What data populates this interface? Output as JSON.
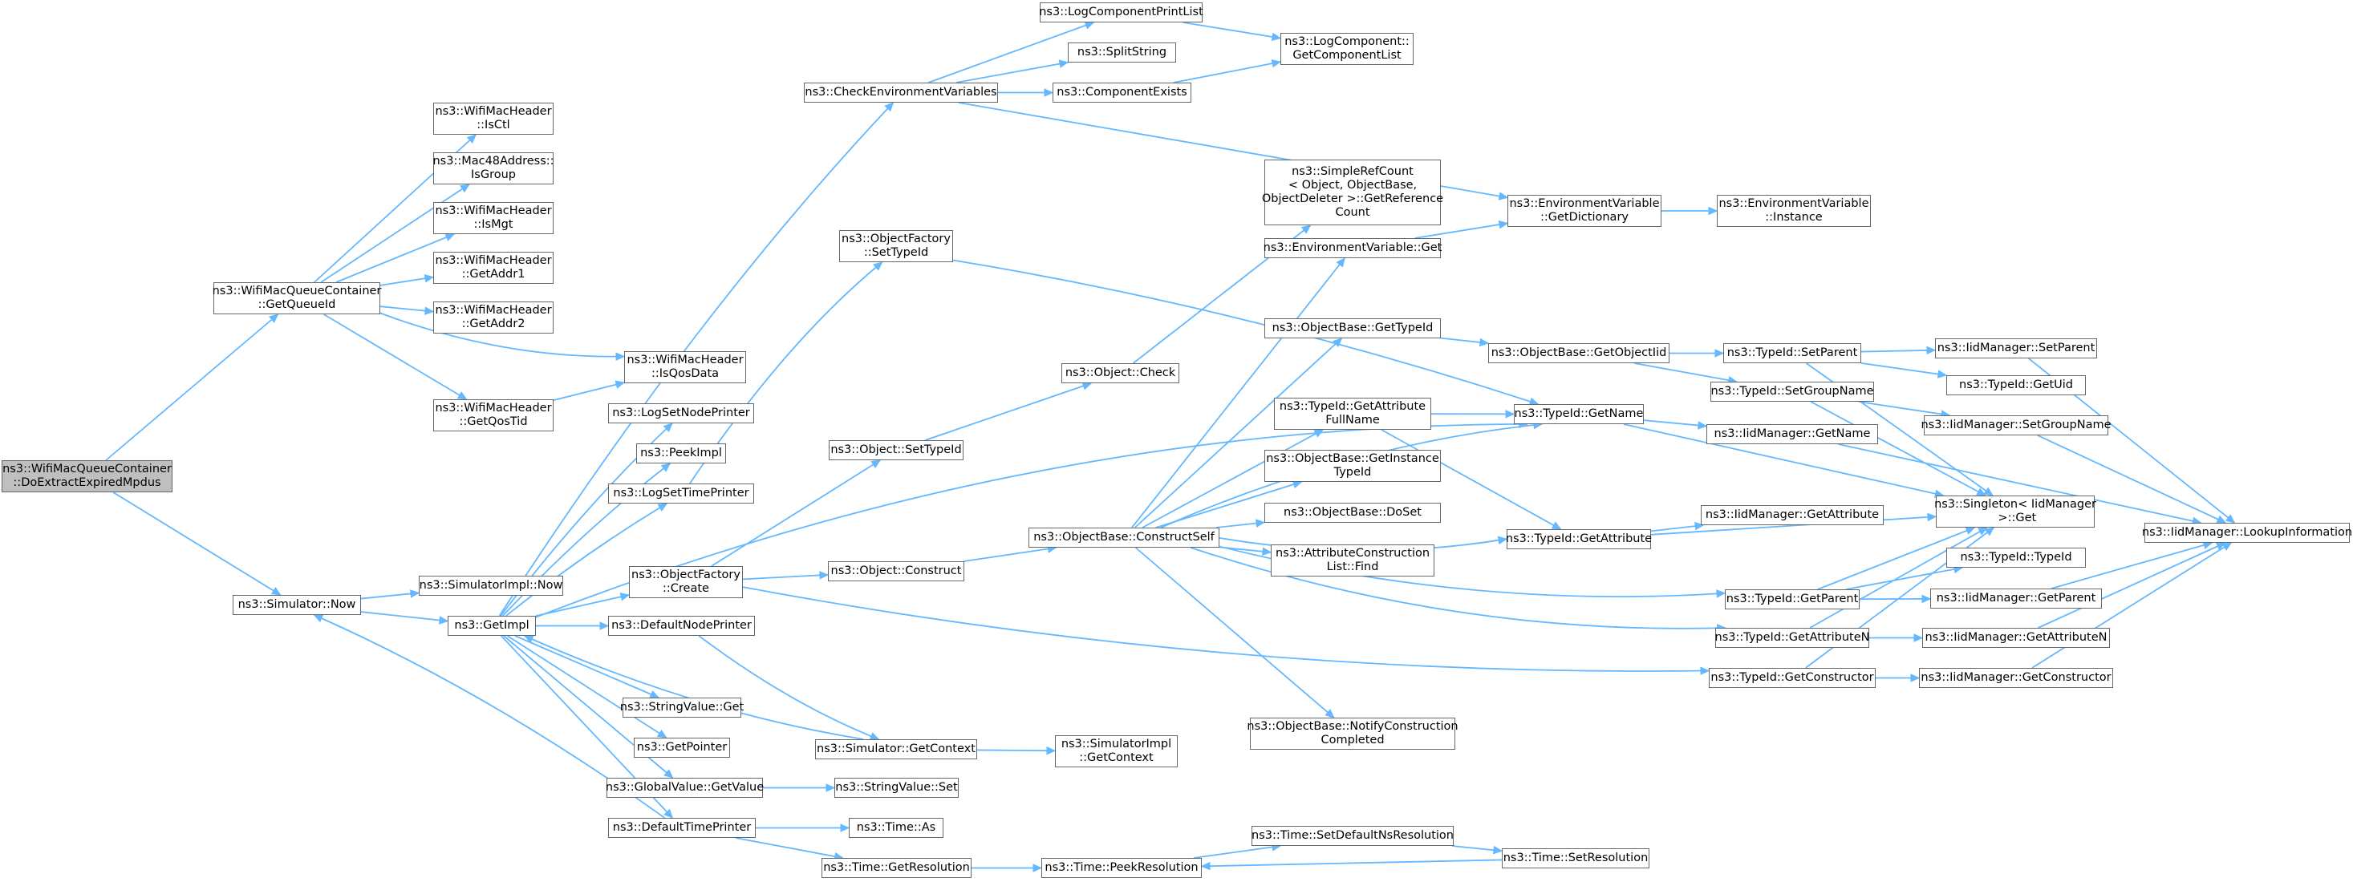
{
  "colors": {
    "edge": "#63b8ff",
    "node_border": "#666666",
    "root_fill": "#bfbfbf",
    "node_fill": "#ffffff"
  },
  "nodes": [
    {
      "id": "root",
      "label": "ns3::WifiMacQueueContainer\n::DoExtractExpiredMpdus",
      "root": true
    },
    {
      "id": "getQueueId",
      "label": "ns3::WifiMacQueueContainer\n::GetQueueId"
    },
    {
      "id": "isCtl",
      "label": "ns3::WifiMacHeader\n::IsCtl"
    },
    {
      "id": "isGroup",
      "label": "ns3::Mac48Address::\nIsGroup"
    },
    {
      "id": "isMgt",
      "label": "ns3::WifiMacHeader\n::IsMgt"
    },
    {
      "id": "getAddr1",
      "label": "ns3::WifiMacHeader\n::GetAddr1"
    },
    {
      "id": "getAddr2",
      "label": "ns3::WifiMacHeader\n::GetAddr2"
    },
    {
      "id": "isQosData",
      "label": "ns3::WifiMacHeader\n::IsQosData"
    },
    {
      "id": "getQosTid",
      "label": "ns3::WifiMacHeader\n::GetQosTid"
    },
    {
      "id": "simNow",
      "label": "ns3::Simulator::Now"
    },
    {
      "id": "simImplNow",
      "label": "ns3::SimulatorImpl::Now"
    },
    {
      "id": "getImpl",
      "label": "ns3::GetImpl"
    },
    {
      "id": "checkEnv",
      "label": "ns3::CheckEnvironmentVariables"
    },
    {
      "id": "logCompPrintList",
      "label": "ns3::LogComponentPrintList"
    },
    {
      "id": "splitString",
      "label": "ns3::SplitString"
    },
    {
      "id": "componentExists",
      "label": "ns3::ComponentExists"
    },
    {
      "id": "getComponentList",
      "label": "ns3::LogComponent::\nGetComponentList"
    },
    {
      "id": "envGetDictionary",
      "label": "ns3::EnvironmentVariable\n::GetDictionary"
    },
    {
      "id": "envInstance",
      "label": "ns3::EnvironmentVariable\n::Instance"
    },
    {
      "id": "logSetNodePrinter",
      "label": "ns3::LogSetNodePrinter"
    },
    {
      "id": "peekImpl",
      "label": "ns3::PeekImpl"
    },
    {
      "id": "logSetTimePrinter",
      "label": "ns3::LogSetTimePrinter"
    },
    {
      "id": "ofCreate",
      "label": "ns3::ObjectFactory\n::Create"
    },
    {
      "id": "defaultNodePrinter",
      "label": "ns3::DefaultNodePrinter"
    },
    {
      "id": "stringValueGet",
      "label": "ns3::StringValue::Get"
    },
    {
      "id": "getPointer",
      "label": "ns3::GetPointer"
    },
    {
      "id": "globalValueGetValue",
      "label": "ns3::GlobalValue::GetValue"
    },
    {
      "id": "defaultTimePrinter",
      "label": "ns3::DefaultTimePrinter"
    },
    {
      "id": "ofSetTypeId",
      "label": "ns3::ObjectFactory\n::SetTypeId"
    },
    {
      "id": "objSetTypeId",
      "label": "ns3::Object::SetTypeId"
    },
    {
      "id": "objConstruct",
      "label": "ns3::Object::Construct"
    },
    {
      "id": "simGetContext",
      "label": "ns3::Simulator::GetContext"
    },
    {
      "id": "simImplGetContext",
      "label": "ns3::SimulatorImpl\n::GetContext"
    },
    {
      "id": "stringValueSet",
      "label": "ns3::StringValue::Set"
    },
    {
      "id": "timeAs",
      "label": "ns3::Time::As"
    },
    {
      "id": "timeGetResolution",
      "label": "ns3::Time::GetResolution"
    },
    {
      "id": "timePeekResolution",
      "label": "ns3::Time::PeekResolution"
    },
    {
      "id": "objCheck",
      "label": "ns3::Object::Check"
    },
    {
      "id": "simpleRefCount",
      "label": "ns3::SimpleRefCount\n< Object, ObjectBase,\nObjectDeleter >::GetReference\nCount"
    },
    {
      "id": "envGet",
      "label": "ns3::EnvironmentVariable::Get"
    },
    {
      "id": "obGetTypeId",
      "label": "ns3::ObjectBase::GetTypeId"
    },
    {
      "id": "tidGetAttrFullName",
      "label": "ns3::TypeId::GetAttribute\nFullName"
    },
    {
      "id": "obGetInstanceTypeId",
      "label": "ns3::ObjectBase::GetInstance\nTypeId"
    },
    {
      "id": "obDoSet",
      "label": "ns3::ObjectBase::DoSet"
    },
    {
      "id": "obConstructSelf",
      "label": "ns3::ObjectBase::ConstructSelf"
    },
    {
      "id": "attrConstructionFind",
      "label": "ns3::AttributeConstruction\nList::Find"
    },
    {
      "id": "obNotifyConstruction",
      "label": "ns3::ObjectBase::NotifyConstruction\nCompleted"
    },
    {
      "id": "setDefaultNsResolution",
      "label": "ns3::Time::SetDefaultNsResolution"
    },
    {
      "id": "timeSetResolution",
      "label": "ns3::Time::SetResolution"
    },
    {
      "id": "obGetObjectIid",
      "label": "ns3::ObjectBase::GetObjectIid"
    },
    {
      "id": "tidGetName",
      "label": "ns3::TypeId::GetName"
    },
    {
      "id": "tidGetAttribute",
      "label": "ns3::TypeId::GetAttribute"
    },
    {
      "id": "tidSetParent",
      "label": "ns3::TypeId::SetParent"
    },
    {
      "id": "tidSetGroupName",
      "label": "ns3::TypeId::SetGroupName"
    },
    {
      "id": "iidGetName",
      "label": "ns3::IidManager::GetName"
    },
    {
      "id": "iidGetAttribute",
      "label": "ns3::IidManager::GetAttribute"
    },
    {
      "id": "tidGetParent",
      "label": "ns3::TypeId::GetParent"
    },
    {
      "id": "tidGetAttributeN",
      "label": "ns3::TypeId::GetAttributeN"
    },
    {
      "id": "tidGetConstructor",
      "label": "ns3::TypeId::GetConstructor"
    },
    {
      "id": "iidSetParent",
      "label": "ns3::IidManager::SetParent"
    },
    {
      "id": "tidGetUid",
      "label": "ns3::TypeId::GetUid"
    },
    {
      "id": "iidSetGroupName",
      "label": "ns3::IidManager::SetGroupName"
    },
    {
      "id": "singletonGet",
      "label": "ns3::Singleton< IidManager\n >::Get"
    },
    {
      "id": "tidTypeId",
      "label": "ns3::TypeId::TypeId"
    },
    {
      "id": "iidGetParent",
      "label": "ns3::IidManager::GetParent"
    },
    {
      "id": "iidGetAttributeN",
      "label": "ns3::IidManager::GetAttributeN"
    },
    {
      "id": "iidGetConstructor",
      "label": "ns3::IidManager::GetConstructor"
    },
    {
      "id": "iidLookupInformation",
      "label": "ns3::IidManager::LookupInformation"
    }
  ]
}
